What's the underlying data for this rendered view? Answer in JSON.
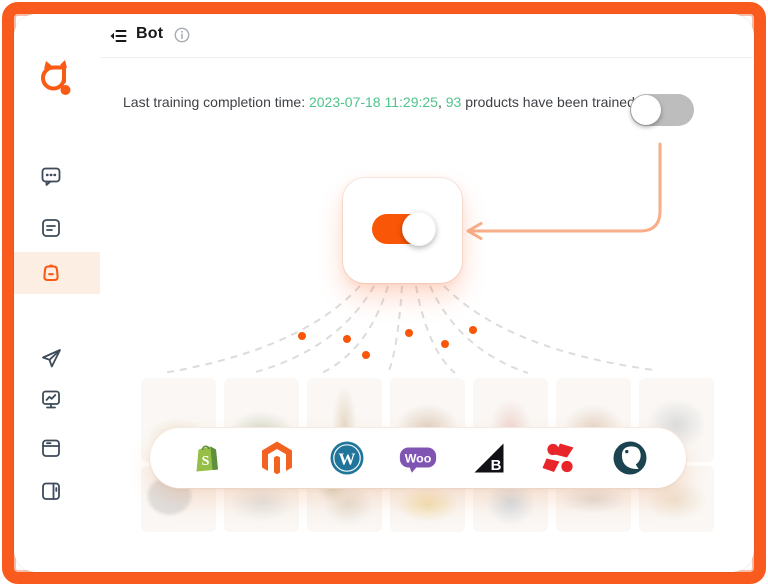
{
  "window": {
    "traffic_lights": [
      "#FC5B57",
      "#F5BE4F",
      "#57C454"
    ]
  },
  "header": {
    "title": "Bot",
    "icons": [
      "menu-collapse-icon",
      "info-icon"
    ]
  },
  "sidebar": {
    "brand_icon": "orange-mascot-logo",
    "items": [
      {
        "icon": "chat-bubble-icon",
        "active": false
      },
      {
        "icon": "document-icon",
        "active": false
      },
      {
        "icon": "bot-icon",
        "active": true
      },
      {
        "icon": "send-plane-icon",
        "active": false
      },
      {
        "icon": "monitor-chart-icon",
        "active": false
      },
      {
        "icon": "archive-box-icon",
        "active": false
      },
      {
        "icon": "side-panel-icon",
        "active": false
      }
    ],
    "active_highlight_color": "#FDEEE4"
  },
  "main": {
    "training_status": {
      "prefix": "Last training completion time: ",
      "datetime": "2023-07-18 11:29:25",
      "separator": ", ",
      "count": "93",
      "suffix": " products have been trained.",
      "highlight_color": "#4FC489"
    },
    "master_toggle": {
      "state": "off",
      "color": "#BDBDBD"
    },
    "card_toggle": {
      "state": "on",
      "color": "#F95607"
    },
    "connector": {
      "style": "arrow-from-master-toggle-to-card",
      "color": "#F9AE8A"
    },
    "fan": {
      "lines": 7,
      "dot_color": "#F9560A",
      "line_color": "#DCDCDC"
    },
    "platforms": [
      {
        "id": "shopify-logo",
        "glyph": "S",
        "color": "#95BF47"
      },
      {
        "id": "magento-logo",
        "glyph": "",
        "color": "#F26322"
      },
      {
        "id": "wordpress-logo",
        "glyph": "W",
        "color": "#21759B"
      },
      {
        "id": "woocommerce-logo",
        "glyph": "Woo",
        "color": "#7F54B3"
      },
      {
        "id": "bigcommerce-logo",
        "glyph": "B",
        "color": "#121118"
      },
      {
        "id": "red-pinwheel-logo",
        "glyph": "",
        "color": "#E8252A"
      },
      {
        "id": "bird-circle-logo",
        "glyph": "",
        "color": "#1B4450"
      }
    ],
    "colors": {
      "brand_orange": "#F95B1E"
    }
  }
}
